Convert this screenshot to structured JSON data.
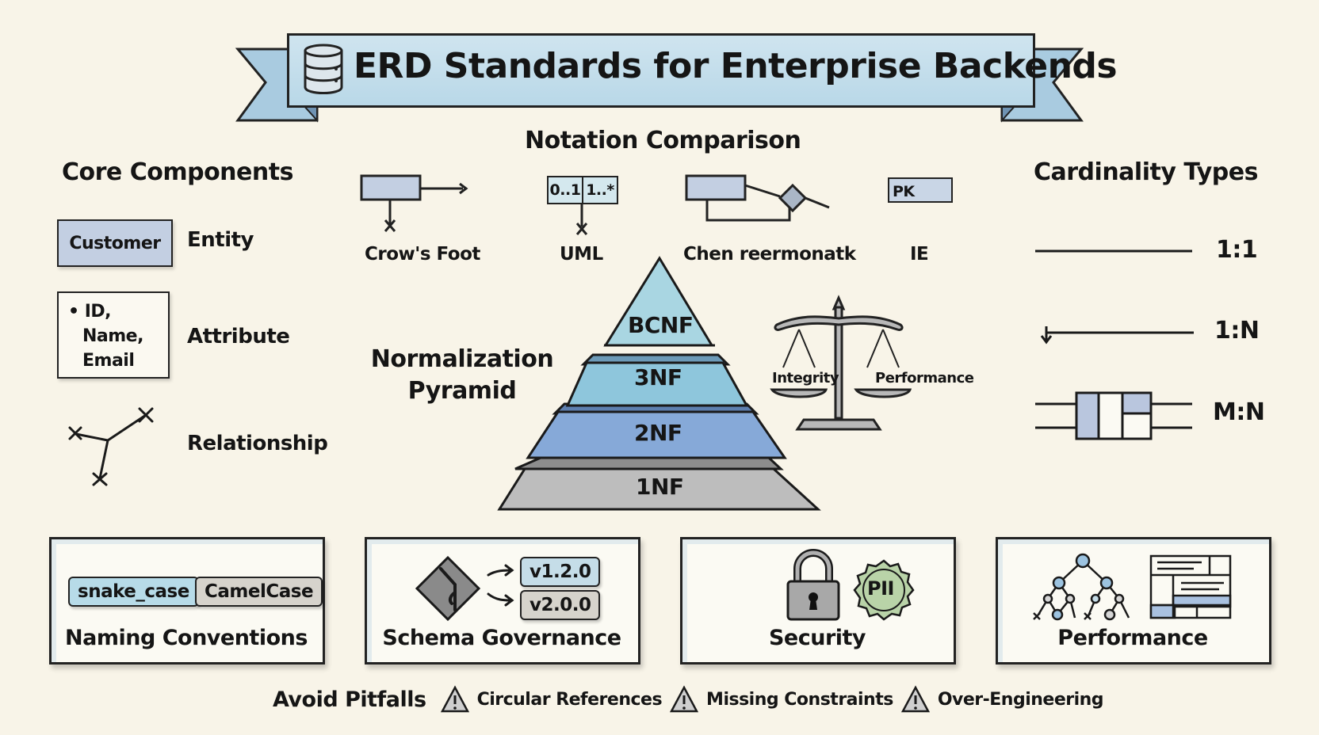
{
  "header": {
    "title": "ERD Standards for Enterprise Backends",
    "icon": "database-icon"
  },
  "core_components": {
    "heading": "Core Components",
    "entity": {
      "box_text": "Customer",
      "label": "Entity"
    },
    "attribute": {
      "lines": [
        "• ID,",
        "Name,",
        "Email"
      ],
      "label": "Attribute"
    },
    "relationship": {
      "label": "Relationship"
    }
  },
  "notation_comparison": {
    "heading": "Notation Comparison",
    "items": [
      {
        "label": "Crow's Foot"
      },
      {
        "label": "UML",
        "cells": [
          "0..1",
          "1..*"
        ]
      },
      {
        "label": "Chen reermonatk"
      },
      {
        "label": "IE",
        "box_text": "PK"
      }
    ]
  },
  "normalization": {
    "heading_line1": "Normalization",
    "heading_line2": "Pyramid",
    "levels": [
      {
        "label": "BCNF",
        "color": "#a9d6e2"
      },
      {
        "label": "3NF",
        "color": "#8ec6dc"
      },
      {
        "label": "2NF",
        "color": "#86a9d8"
      },
      {
        "label": "1NF",
        "color": "#bdbdbd"
      }
    ]
  },
  "balance": {
    "left": "Integrity",
    "right": "Performance"
  },
  "cardinality": {
    "heading": "Cardinality Types",
    "items": [
      {
        "label": "1:1"
      },
      {
        "label": "1:N"
      },
      {
        "label": "M:N"
      }
    ]
  },
  "bottom_boxes": [
    {
      "title": "Naming Conventions",
      "pills": [
        "snake_case",
        "CamelCase"
      ]
    },
    {
      "title": "Schema Governance",
      "versions": [
        "v1.2.0",
        "v2.0.0"
      ]
    },
    {
      "title": "Security",
      "badge": "PII"
    },
    {
      "title": "Performance"
    }
  ],
  "footer": {
    "heading": "Avoid Pitfalls",
    "items": [
      "Circular References",
      "Missing Constraints",
      "Over-Engineering"
    ]
  },
  "colors": {
    "background": "#f8f4e8",
    "ribbon": "#bcd9e8",
    "entity_fill": "#c3cfe2",
    "snake_pill": "#b7dbe8",
    "camel_pill": "#d6d3cc",
    "pii_badge": "#b9d3a8"
  }
}
